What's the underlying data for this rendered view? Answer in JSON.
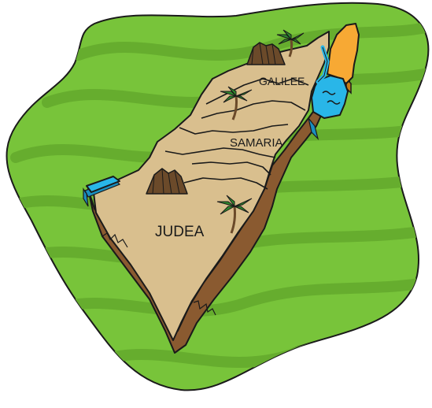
{
  "map": {
    "regions": [
      {
        "id": "galilee",
        "label": "GALILEE"
      },
      {
        "id": "samaria",
        "label": "SAMARIA"
      },
      {
        "id": "judea",
        "label": "JUDEA"
      }
    ],
    "colors": {
      "grass": "#78c43a",
      "grass_stripe": "#66ad2e",
      "land_top": "#d9bf8e",
      "land_side": "#8a5a30",
      "water": "#29b6e8",
      "water_dark": "#1a8fc0",
      "golan": "#f7a934",
      "golan_side": "#c57a16",
      "outline": "#1a1a1a"
    },
    "icons": [
      "mountain-icon",
      "palm-tree-icon",
      "wave-icon"
    ]
  }
}
